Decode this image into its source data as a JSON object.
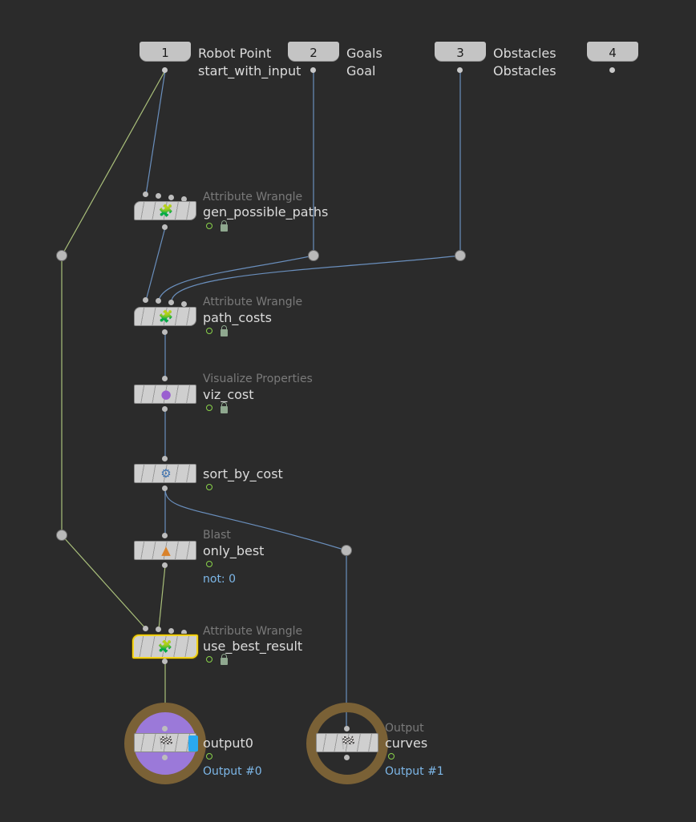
{
  "inputs": [
    {
      "number": "1",
      "name": "Robot Point",
      "value": "start_with_input"
    },
    {
      "number": "2",
      "name": "Goals",
      "value": "Goal"
    },
    {
      "number": "3",
      "name": "Obstacles",
      "value": "Obstacles"
    },
    {
      "number": "4",
      "name": "",
      "value": ""
    }
  ],
  "nodes": {
    "gen_possible_paths": {
      "type": "Attribute Wrangle",
      "name": "gen_possible_paths",
      "icon": "wrangle-icon"
    },
    "path_costs": {
      "type": "Attribute Wrangle",
      "name": "path_costs",
      "icon": "wrangle-icon"
    },
    "viz_cost": {
      "type": "Visualize Properties",
      "name": "viz_cost",
      "icon": "visualize-icon"
    },
    "sort_by_cost": {
      "type": "",
      "name": "sort_by_cost",
      "icon": "sort-icon"
    },
    "only_best": {
      "type": "Blast",
      "name": "only_best",
      "info": "not: 0",
      "icon": "blast-icon"
    },
    "use_best_result": {
      "type": "Attribute Wrangle",
      "name": "use_best_result",
      "icon": "wrangle-icon"
    },
    "output0": {
      "type": "",
      "name": "output0",
      "info": "Output #0",
      "icon": "output-flag-icon"
    },
    "curves": {
      "type": "Output",
      "name": "curves",
      "info": "Output #1",
      "icon": "output-flag-icon"
    }
  },
  "colors": {
    "background": "#2b2b2b",
    "wire_blue": "#6a8fbd",
    "wire_green": "#a9bf7a",
    "selection": "#f2d21b",
    "display_flag": "#29a9f0",
    "output_ring": "#7a6136",
    "output_purple": "#9b79d9",
    "info_text": "#7db7e8"
  }
}
